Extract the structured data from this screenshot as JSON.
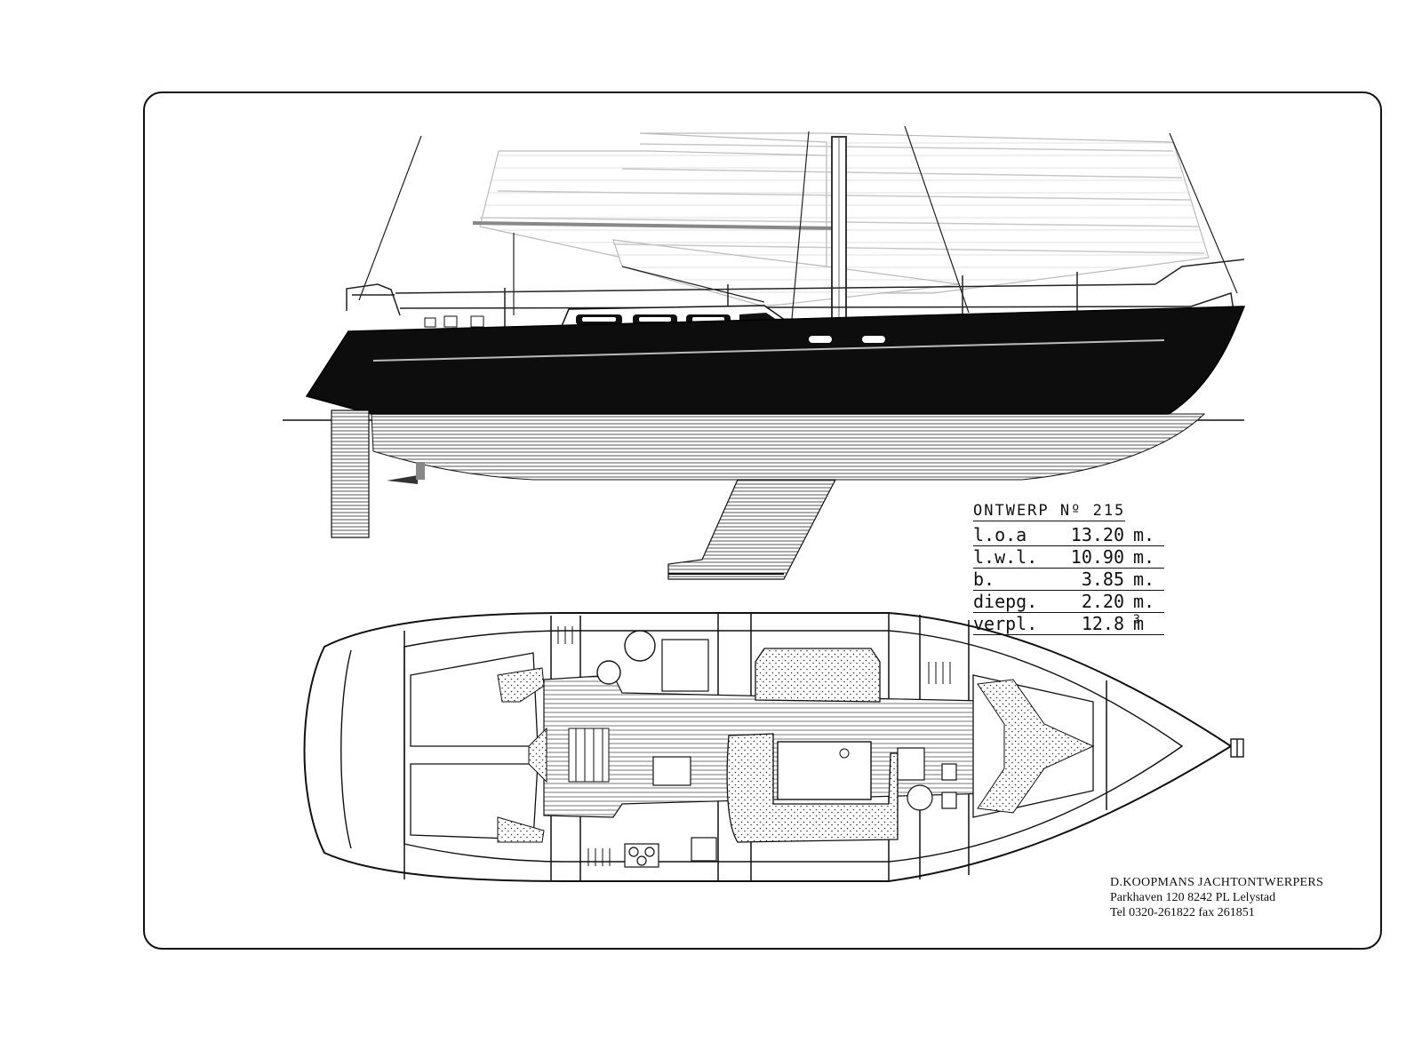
{
  "design": {
    "title": "ONTWERP Nº 215",
    "specs": [
      {
        "label": "l.o.a",
        "value": "13.20",
        "unit": "m."
      },
      {
        "label": "l.w.l.",
        "value": "10.90",
        "unit": "m."
      },
      {
        "label": "b.",
        "value": "3.85",
        "unit": "m."
      },
      {
        "label": "diepg.",
        "value": "2.20",
        "unit": "m."
      },
      {
        "label": "verpl.",
        "value": "12.8",
        "unit": "m",
        "unit_sup": "3"
      }
    ]
  },
  "firm": {
    "name": "D.KOOPMANS JACHTONTWERPERS",
    "address": "Parkhaven 120 8242 PL Lelystad",
    "contact": "Tel 0320-261822 fax 261851"
  },
  "colors": {
    "ink": "#111111",
    "paper": "#ffffff",
    "hull": "#0d0d0d",
    "sail_shade": "#f1f1f1"
  }
}
